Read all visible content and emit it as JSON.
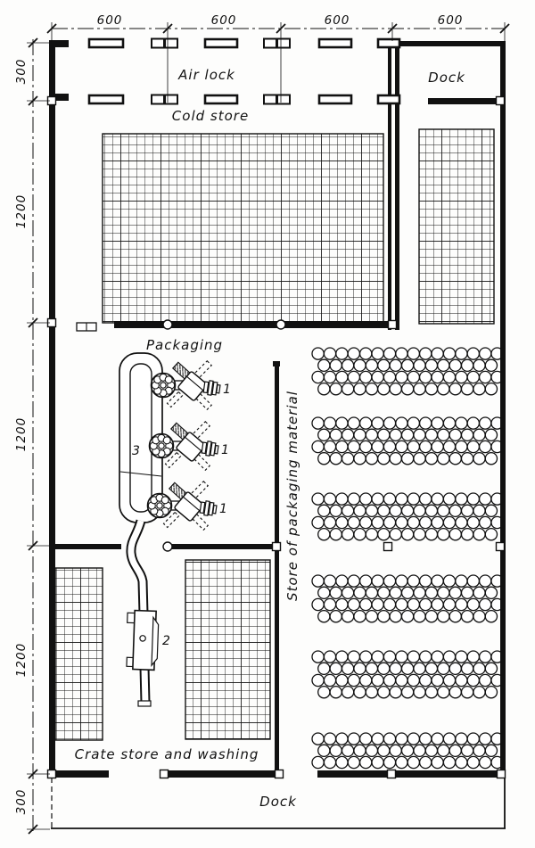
{
  "labels": {
    "air_lock": "Air lock",
    "dock_top": "Dock",
    "cold_store": "Cold store",
    "packaging": "Packaging",
    "store_of_packaging_material": "Store of packaging material",
    "crate_store": "Crate store and washing",
    "dock_bottom": "Dock"
  },
  "dimensions": {
    "top": [
      "600",
      "600",
      "600",
      "600"
    ],
    "left": [
      "300",
      "1200",
      "1200",
      "1200",
      "300"
    ]
  },
  "machines": {
    "rotary_filler": "1",
    "crate_washer": "2",
    "conveyor": "3"
  },
  "colors": {
    "line": "#111111",
    "background": "#fdfdfc"
  }
}
